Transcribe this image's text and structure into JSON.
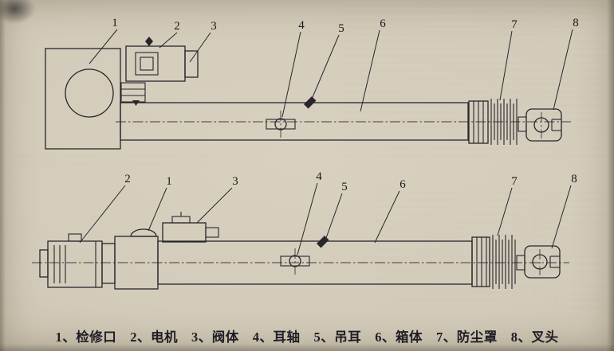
{
  "colors": {
    "paper": "#d3cbba",
    "ink": "#26262c"
  },
  "figure": {
    "top_view": {
      "callouts": [
        "1",
        "2",
        "3",
        "4",
        "5",
        "6",
        "7",
        "8"
      ]
    },
    "bottom_view": {
      "callouts": [
        "2",
        "1",
        "3",
        "4",
        "5",
        "6",
        "7",
        "8"
      ]
    },
    "caption": {
      "items": [
        {
          "text": "1、检修口"
        },
        {
          "text": "2、电机"
        },
        {
          "text": "3、阀体"
        },
        {
          "text": "4、耳轴"
        },
        {
          "text": "5、吊耳"
        },
        {
          "text": "6、箱体"
        },
        {
          "text": "7、防尘罩"
        },
        {
          "text": "8、叉头"
        }
      ]
    }
  }
}
